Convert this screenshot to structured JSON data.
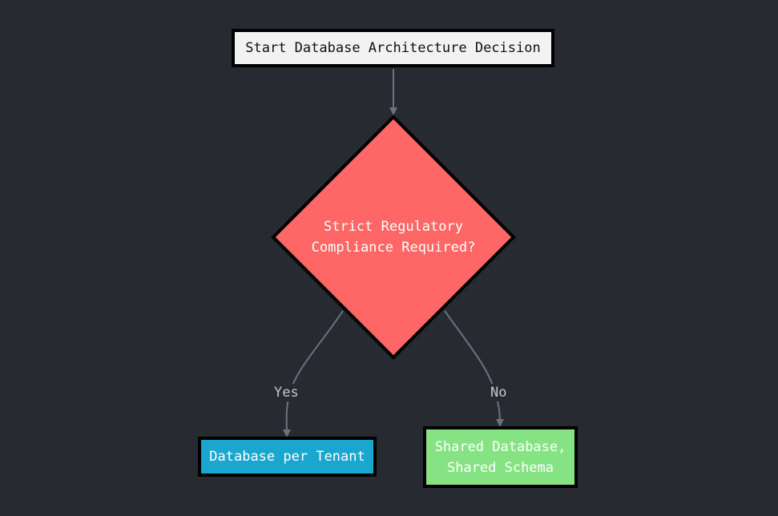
{
  "diagram": {
    "start_label": "Start Database Architecture Decision",
    "decision_label": "Strict Regulatory\nCompliance Required?",
    "yes_edge_label": "Yes",
    "no_edge_label": "No",
    "yes_outcome_label": "Database per Tenant",
    "no_outcome_label": "Shared Database,\nShared Schema"
  },
  "colors": {
    "background": "#282a32",
    "start_fill": "#f2f2f2",
    "decision_fill": "#ff6666",
    "yes_outcome_fill": "#1aa6cf",
    "no_outcome_fill": "#86e383",
    "edge": "#6b7280",
    "node_border": "#000000"
  }
}
